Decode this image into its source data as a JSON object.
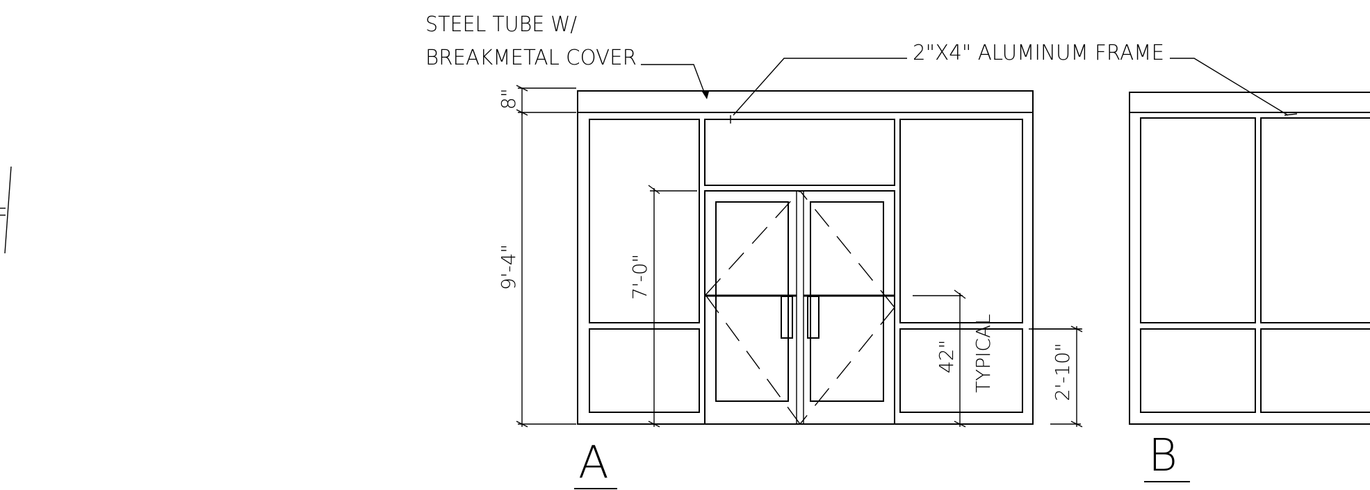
{
  "labels": {
    "steel_tube_line1": "STEEL TUBE W/",
    "steel_tube_line2": "BREAKMETAL COVER",
    "aluminum_frame": "2\"X4\" ALUMINUM FRAME",
    "typical": "TYPICAL",
    "elevation_a": "A",
    "elevation_b": "B"
  },
  "dimensions": {
    "top_band": "8\"",
    "overall_height": "9'-4\"",
    "door_height": "7'-0\"",
    "handle_height": "42\"",
    "lower_panel_height": "2'-10\""
  }
}
